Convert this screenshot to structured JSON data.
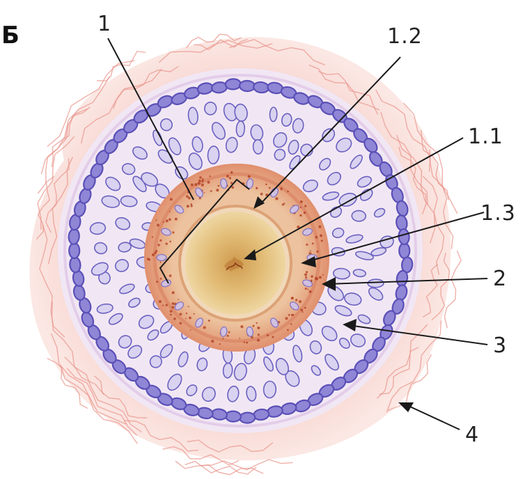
{
  "figure": {
    "panel_letter": "Б",
    "labels": {
      "l1": "1",
      "l1_2": "1.2",
      "l1_1": "1.1",
      "l1_3": "1.3",
      "l2": "2",
      "l3": "3",
      "l4": "4"
    },
    "colors": {
      "connective_tissue": "#f6c9c2",
      "connective_fibers": "#e9978d",
      "outer_sheath": "#f0e8f3",
      "basal_cells": "#5a4fb6",
      "inner_sheath": "#e7a07c",
      "cuticle_granules": "#b5462a",
      "cortex": "#dcb36a",
      "medulla": "#b87230"
    }
  }
}
